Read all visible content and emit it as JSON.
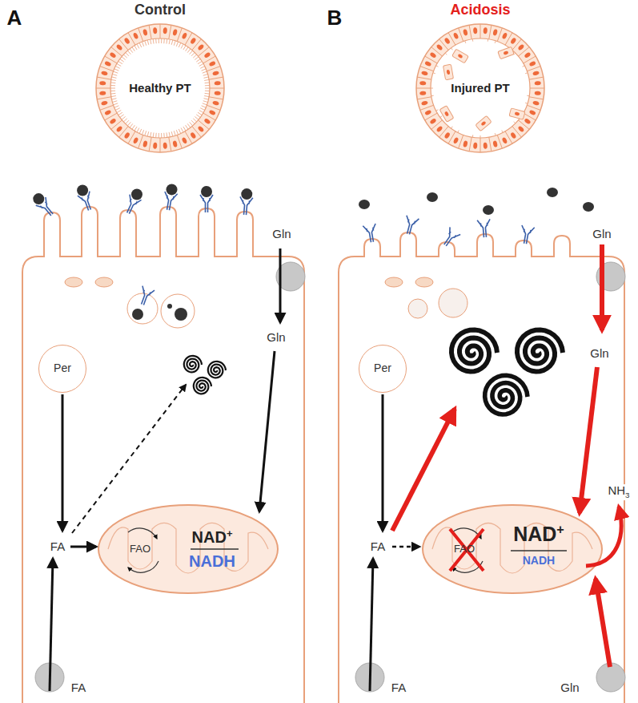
{
  "diagram": {
    "nodes": [
      {
        "text": [
          "Healthy PT"
        ]
      },
      {
        "text": [
          "Per"
        ]
      },
      {
        "text": [
          "FAO",
          "NAD+",
          "NADH"
        ]
      },
      {
        "text": [
          "Injured PT"
        ]
      },
      {
        "text": [
          "Per"
        ]
      },
      {
        "text": [
          "FAO",
          "NAD+",
          "NADH"
        ]
      }
    ],
    "labels": [
      "A",
      "Control",
      "Gln",
      "Gln",
      "FA",
      "FA",
      "B",
      "Acidosis",
      "Gln",
      "Gln",
      "NH3",
      "FA",
      "FA",
      "Gln"
    ]
  }
}
